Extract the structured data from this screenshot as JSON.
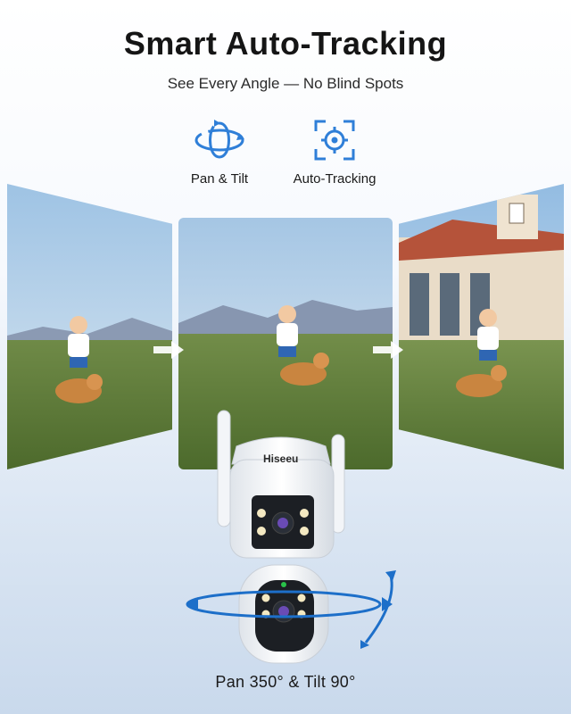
{
  "header": {
    "title": "Smart Auto-Tracking",
    "subtitle": "See Every Angle — No Blind Spots"
  },
  "features": [
    {
      "label": "Pan & Tilt",
      "icon": "rotate-icon"
    },
    {
      "label": "Auto-Tracking",
      "icon": "target-icon"
    }
  ],
  "camera": {
    "brand": "Hiseeu",
    "caption": "Pan 350° & Tilt 90°"
  },
  "colors": {
    "accent": "#2f7fd8",
    "title": "#151515"
  }
}
